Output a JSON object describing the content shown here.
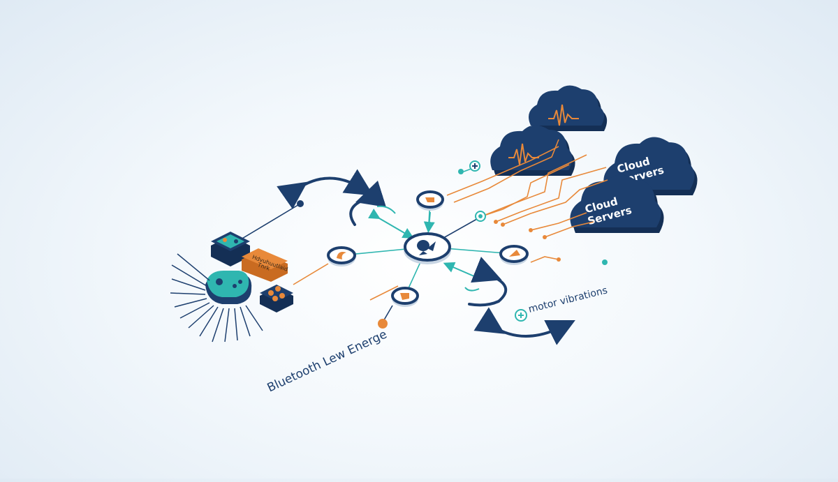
{
  "labels": {
    "ble": "Bluetooth Lew Energe",
    "motor": "motor vibrations",
    "cloud_a": [
      "Cloud",
      "Servers"
    ],
    "cloud_b": [
      "Cloud",
      "Servers"
    ],
    "device_tag": [
      "Hdvuhuutlaid",
      "Tnrk"
    ]
  },
  "colors": {
    "navy": "#1d3f6e",
    "teal": "#2fb6b0",
    "orange": "#e8893a",
    "line_gray": "#5a7391"
  },
  "icons": {
    "hub": "bluetooth-hub-icon",
    "cloud": "cloud-icon",
    "waveform": "waveform-icon",
    "gamepad": "gamepad-icon",
    "plus": "plus-icon"
  }
}
